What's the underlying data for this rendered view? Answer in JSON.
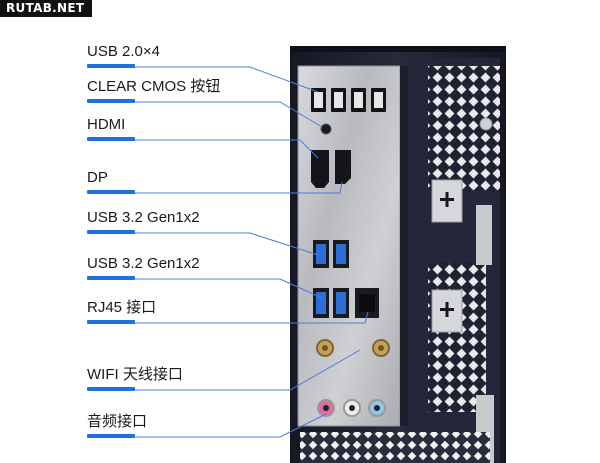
{
  "watermark": "RUTAB.NET",
  "labels": {
    "usb20": "USB 2.0×4",
    "clear_cmos": "CLEAR CMOS 按钮",
    "hdmi": "HDMI",
    "dp": "DP",
    "usb32_a": "USB 3.2 Gen1x2",
    "usb32_b": "USB 3.2 Gen1x2",
    "rj45": "RJ45 接口",
    "wifi": "WIFI 天线接口",
    "audio": "音频接口"
  },
  "colors": {
    "accent": "#1e6fe0",
    "usb3_blue": "#2c6fd6",
    "chassis": "#1c1f2e"
  }
}
